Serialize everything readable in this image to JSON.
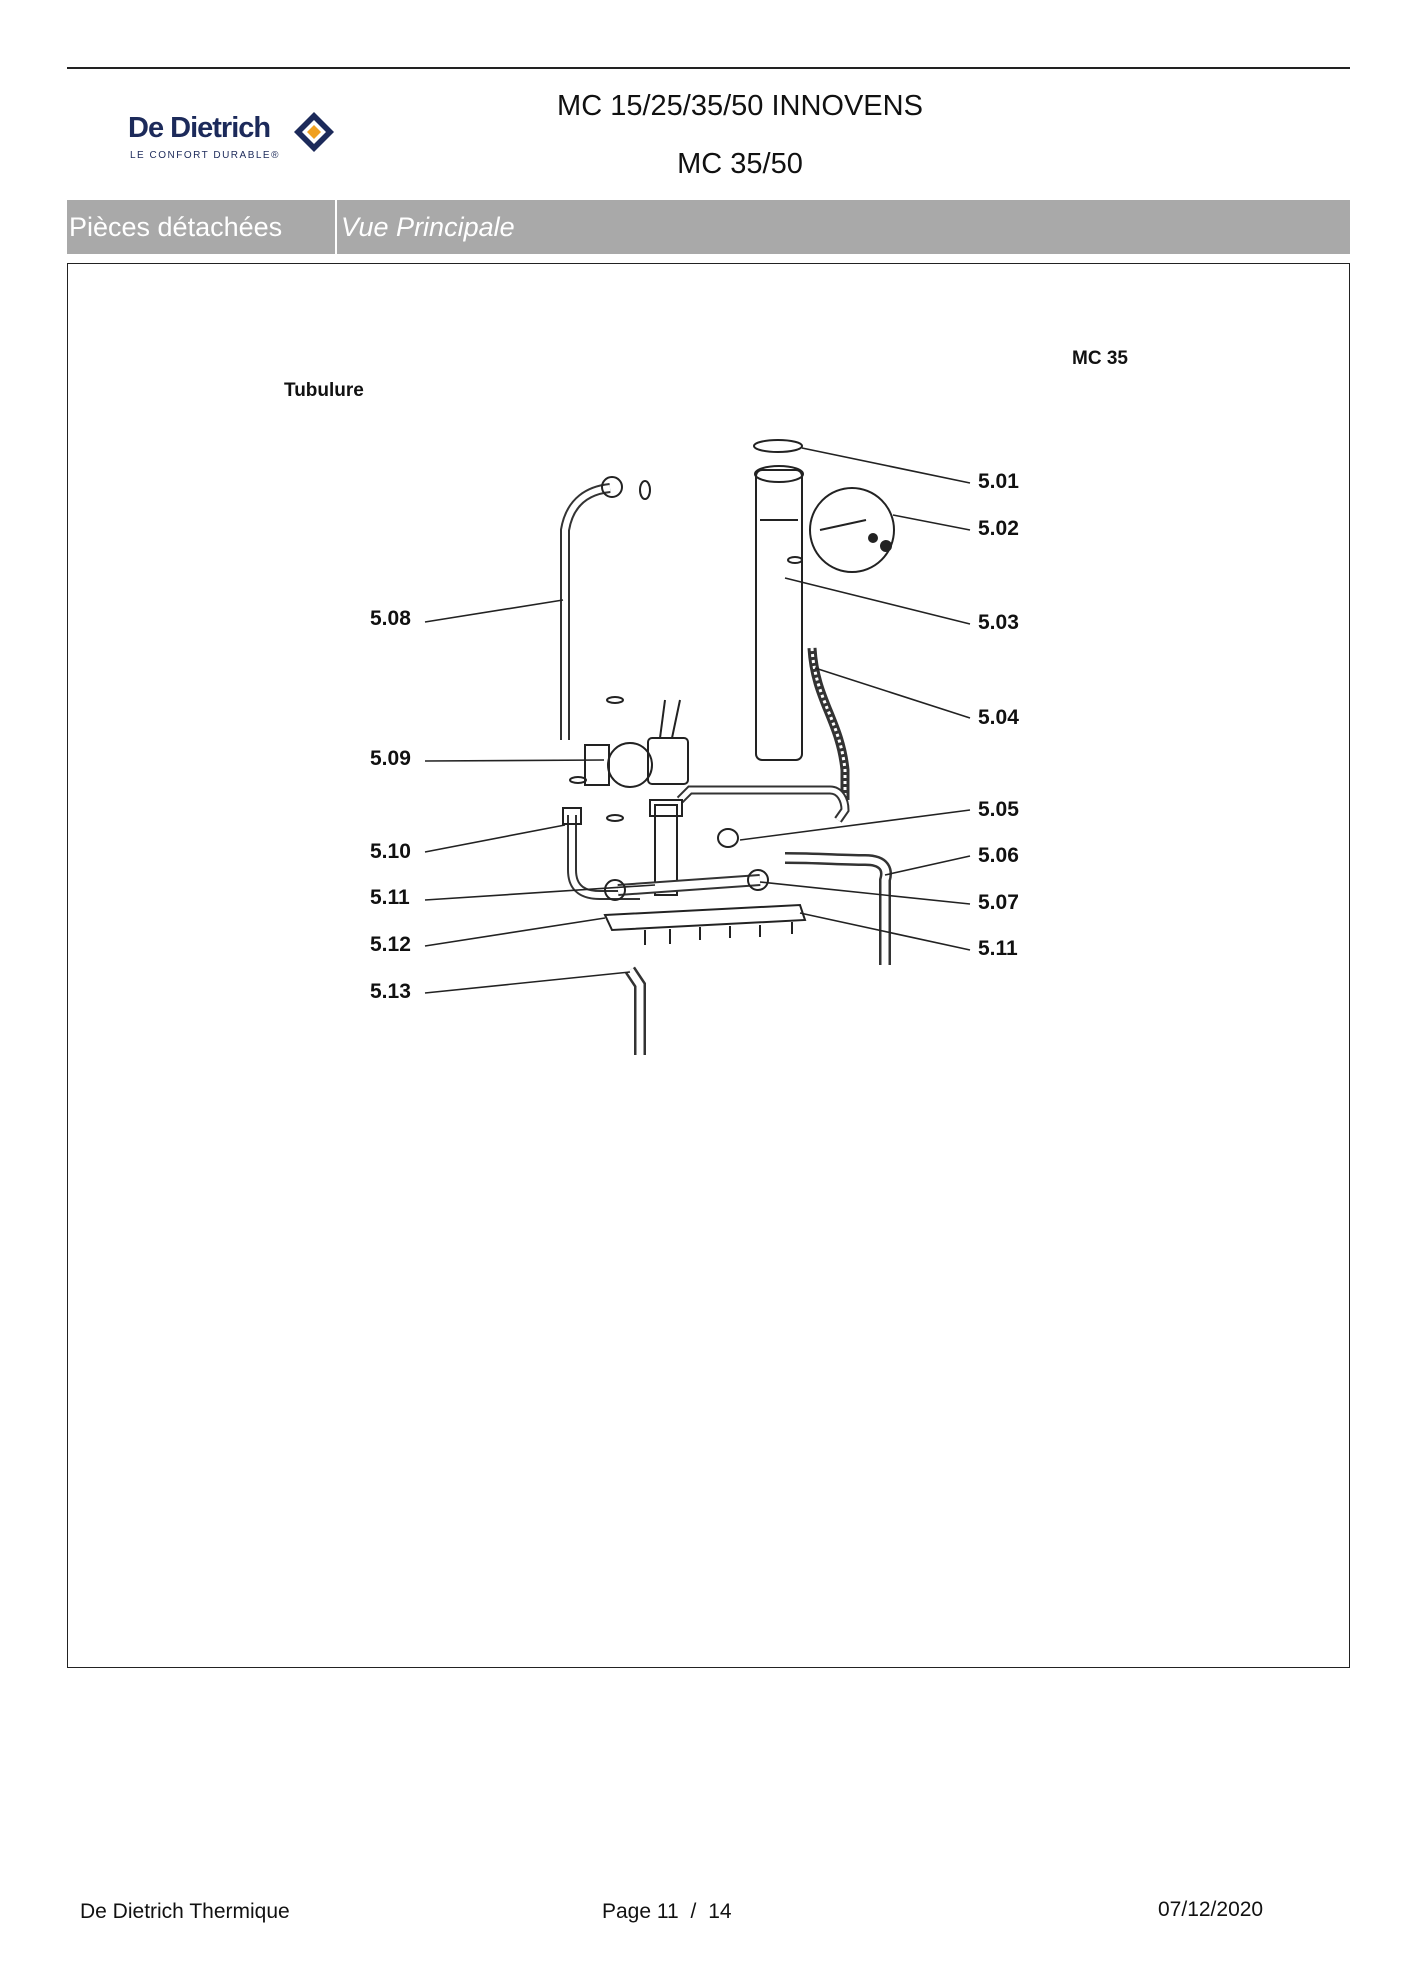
{
  "header": {
    "brand_name": "De Dietrich",
    "brand_tagline": "LE CONFORT DURABLE®",
    "title_line1": "MC 15/25/35/50 INNOVENS",
    "title_line2": "MC 35/50"
  },
  "band": {
    "section": "Pièces détachées",
    "view": "Vue Principale"
  },
  "diagram": {
    "group_label": "Tubulure",
    "model_label": "MC 35",
    "callouts_left": [
      "5.08",
      "5.09",
      "5.10",
      "5.11",
      "5.12",
      "5.13"
    ],
    "callouts_right": [
      "5.01",
      "5.02",
      "5.03",
      "5.04",
      "5.05",
      "5.06",
      "5.07",
      "5.11"
    ]
  },
  "footer": {
    "company": "De Dietrich Thermique",
    "page_label": "Page",
    "page_current": "11",
    "page_separator": "/",
    "page_total": "14",
    "date": "07/12/2020"
  },
  "colors": {
    "brand_blue": "#1c2a5a",
    "brand_orange": "#f0a020",
    "band_gray": "#a9a9a9"
  }
}
